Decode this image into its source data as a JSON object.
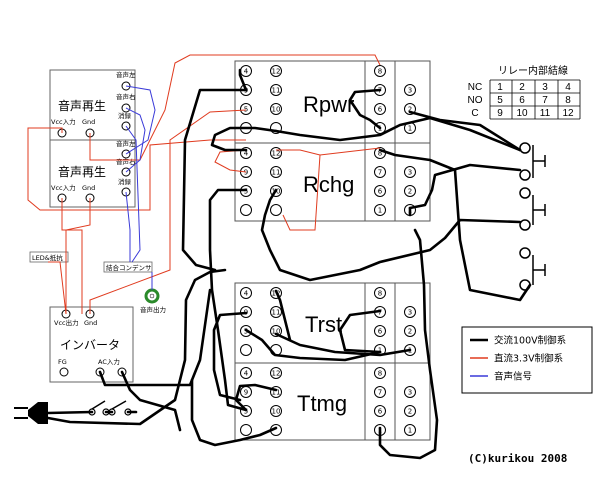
{
  "relays": [
    {
      "name": "Rpwr",
      "pins_left": [
        "4",
        "11",
        "10"
      ],
      "pins_top": "12",
      "pins_top_r": "8",
      "pins_right": [
        "7",
        "6",
        "1"
      ],
      "pins_far": [
        "3",
        "2"
      ],
      "pins_extra": [
        "9",
        "5"
      ]
    },
    {
      "name": "Rchg",
      "pins_left": [
        "4",
        "11",
        "10"
      ],
      "pins_top": "12",
      "pins_top_r": "8",
      "pins_right": [
        "7",
        "6",
        "1"
      ],
      "pins_far": [
        "3",
        "2"
      ],
      "pins_extra": [
        "9",
        "5"
      ]
    },
    {
      "name": "Trst",
      "pins_left": [
        "4",
        "11",
        "10"
      ],
      "pins_top": "12",
      "pins_top_r": "8",
      "pins_right": [
        "7",
        "6",
        "1"
      ],
      "pins_far": [
        "3",
        "2"
      ],
      "pins_extra": [
        "9",
        "5"
      ]
    },
    {
      "name": "Ttmg",
      "pins_left": [
        "4",
        "11",
        "10"
      ],
      "pins_top": "12",
      "pins_top_r": "8",
      "pins_right": [
        "7",
        "6",
        "1"
      ],
      "pins_far": [
        "3",
        "2"
      ],
      "pins_extra": [
        "9",
        "5"
      ]
    }
  ],
  "player1": {
    "title": "音声再生",
    "vcc": "Vcc入力",
    "gnd": "Gnd",
    "left": "音声左",
    "right": "音声右",
    "vol": "消録"
  },
  "player2": {
    "title": "音声再生",
    "vcc": "Vcc入力",
    "gnd": "Gnd",
    "left": "音声左",
    "right": "音声右",
    "vol": "消録"
  },
  "inverter": {
    "title": "インバータ",
    "vcc_out": "Vcc出力",
    "gnd": "Gnd",
    "fg": "FG",
    "ac_in": "AC入力"
  },
  "labels": {
    "led": "LED&抵抗",
    "capacitor": "結合コンデンサ",
    "audio_out": "音声出力"
  },
  "relay_table": {
    "title": "リレー内部結線",
    "rows": [
      [
        "NC",
        "1",
        "2",
        "3",
        "4"
      ],
      [
        "NO",
        "5",
        "6",
        "7",
        "8"
      ],
      [
        "C",
        "9",
        "10",
        "11",
        "12"
      ]
    ]
  },
  "legend": [
    {
      "label": "交流100V制御系",
      "color": "#000000"
    },
    {
      "label": "直流3.3V制御系",
      "color": "#e03b1f"
    },
    {
      "label": "音声信号",
      "color": "#3a3ad8"
    }
  ],
  "credit": "(C)kurikou 2008"
}
